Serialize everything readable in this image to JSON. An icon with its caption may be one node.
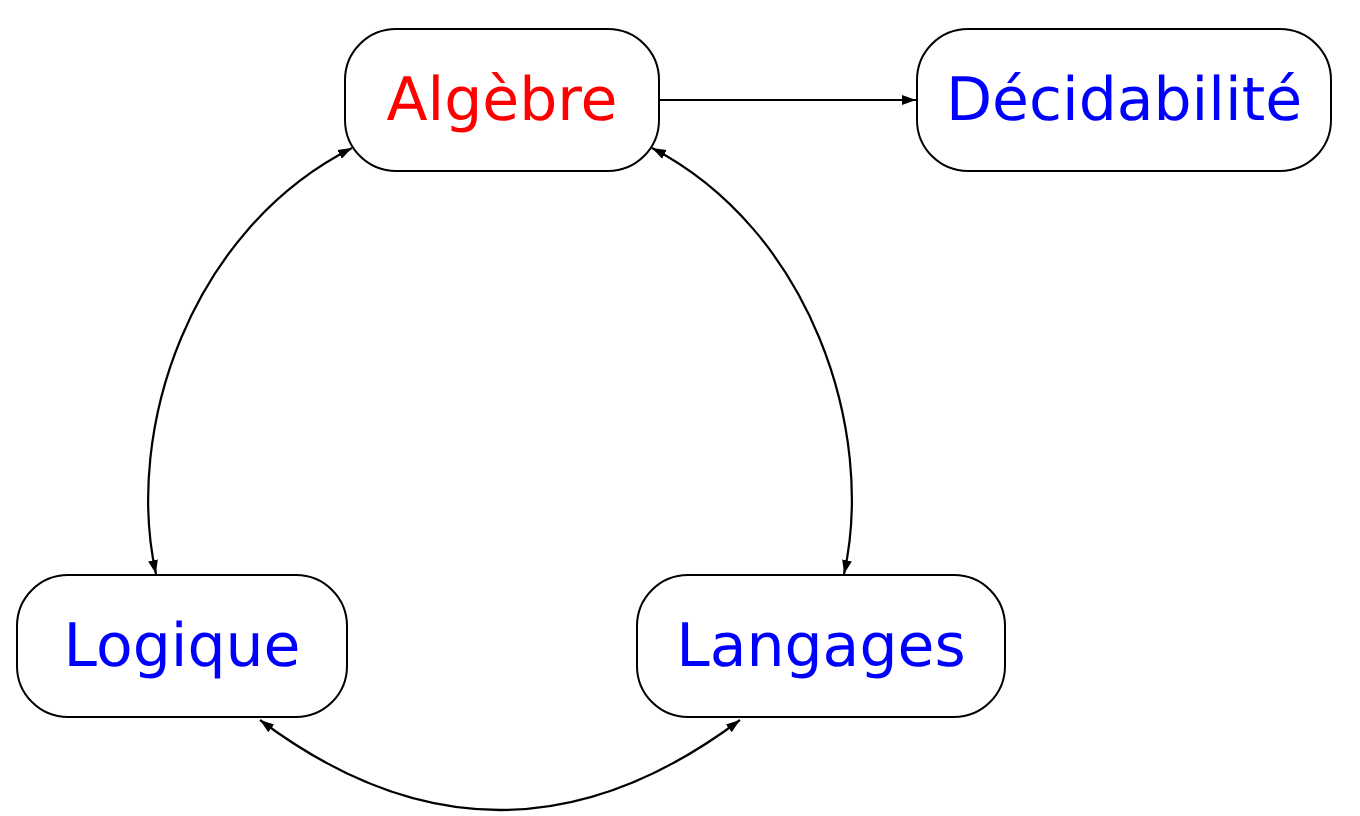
{
  "diagram": {
    "nodes": [
      {
        "text": [
          "Algèbre"
        ]
      },
      {
        "text": [
          "Décidabilité"
        ]
      },
      {
        "text": [
          "Logique"
        ]
      },
      {
        "text": [
          "Langages"
        ]
      }
    ],
    "edges": [
      {
        "from": 0,
        "to": 1,
        "arrow": "to"
      },
      {
        "from": 0,
        "to": 2,
        "arrow": "both"
      },
      {
        "from": 0,
        "to": 3,
        "arrow": "both"
      },
      {
        "from": 2,
        "to": 3,
        "arrow": "both"
      }
    ]
  }
}
